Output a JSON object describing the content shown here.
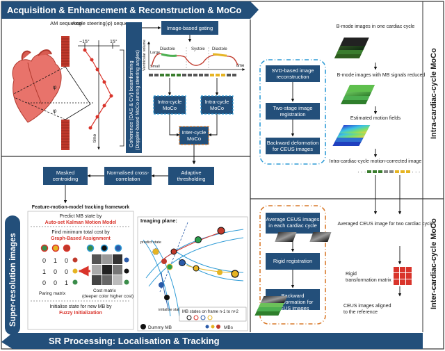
{
  "colors": {
    "navy": "#1f4e79",
    "banner": "#234f7a",
    "red": "#d9342b",
    "light_blue_dash": "#2e9bd6",
    "orange_dash": "#d97a2b",
    "box_border": "#dddddd"
  },
  "banners": {
    "top": "Acquisition & Enhancement & Reconstruction & MoCo",
    "bottom": "SR Processing: Localisation & Tracking",
    "left_vertical": "Super-resolution images"
  },
  "side_labels": {
    "intra": "Intra-cardiac-cycle  MoCo",
    "inter": "Inter-cardiac-cycle  MoCo"
  },
  "acquisition": {
    "am_sequence": "AM sequence",
    "angle_steering": "Angle steering(φ) sequence",
    "angle_neg": "−15°",
    "angle_pos": "15°",
    "time": "time",
    "beamforming_line1": "Coherence (DAS & CV) beamforming",
    "beamforming_line2": "(Doppler-based MoCo among steering angles)",
    "phi": "φ",
    "phi2": "φ"
  },
  "gating": {
    "title": "Image-based gating",
    "ylabel": "Ventricular volume",
    "large": "Large",
    "small": "Small",
    "diastole1": "Diastole",
    "systole": "Systole",
    "diastole2": "Diastole",
    "time": "time",
    "intra_left": "Intra-cycle MoCo",
    "intra_right": "Intra-cycle MoCo",
    "inter": "Inter-cycle MoCo"
  },
  "pipeline": {
    "adaptive": "Adaptive thresholding",
    "normalised": "Normalised cross-correlation",
    "masked": "Masked centroiding"
  },
  "intra_panel": {
    "steps": [
      "SVD-based image reconstruction",
      "Two-stage image registration",
      "Backward deformation for CEUS images"
    ],
    "bmode": "B-mode images in one  cardiac cycle",
    "bmode_mb": "B-mode images with MB signals reduced",
    "motion": "Estimated motion fields",
    "corrected": "Intra-cardiac-cycle motion-corrected image"
  },
  "inter_panel": {
    "steps": [
      "Average CEUS images in each cardiac cycle",
      "Rigid registration",
      "Backward transformation for CEUS images"
    ],
    "averaged": "Averaged CEUS image for two cardiac cycles",
    "rigid_matrix": "Rigid transformation matrix",
    "aligned": "CEUS images aligned to the reference"
  },
  "tracking": {
    "framework_title": "Feature-motion-model tracking framework",
    "predict_line1": "Predict MB state by",
    "predict_line2": "Auto-set Kalman Motion Model",
    "find_line1": "Find minimum total cost by",
    "find_line2": "Graph-Based Assignment",
    "pairing_label": "Paring matrix",
    "cost_label1": "Cost matrix",
    "cost_label2": "(deeper color higher cost)",
    "init_line1": "Initialise state for new MB by",
    "init_line2": "Fuzzy Initialization",
    "pairing_rows": [
      [
        "0",
        "1",
        "0"
      ],
      [
        "1",
        "0",
        "0"
      ],
      [
        "0",
        "0",
        "1"
      ]
    ],
    "imaging_plane": "Imaging plane:",
    "predict_state": "predict state",
    "initialise_state": "initialise state",
    "legend_states": "MB states on frame n-1 to n+2",
    "dummy": "Dummy MB",
    "mbs": "MBs"
  }
}
